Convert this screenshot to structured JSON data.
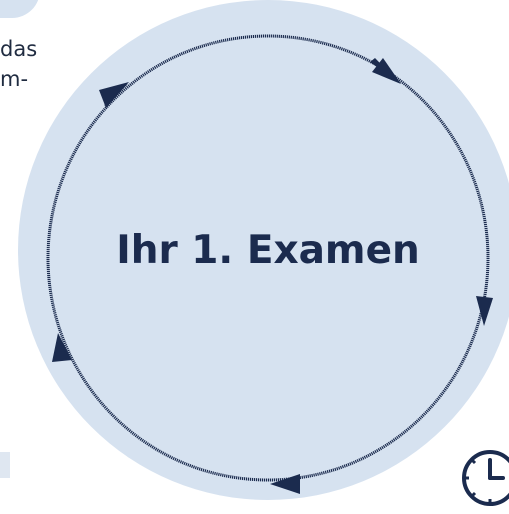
{
  "fragment": {
    "line1": "das",
    "line2": "m-"
  },
  "cycle": {
    "title": "Ihr 1. Examen"
  },
  "colors": {
    "circle_fill": "#d6e2f0",
    "accent": "#1b2b4e",
    "text": "#1f2b40"
  },
  "icons": [
    "clock-icon"
  ]
}
